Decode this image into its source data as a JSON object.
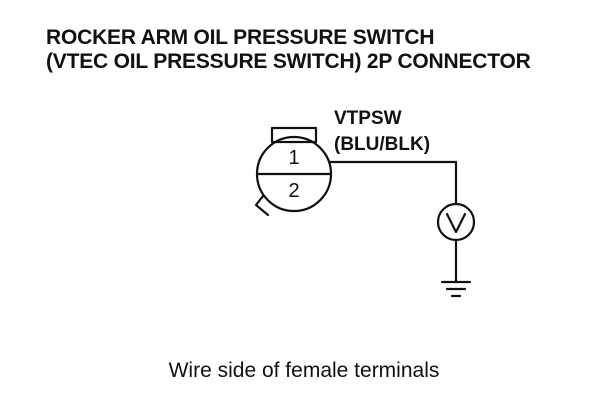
{
  "title": {
    "line1": "ROCKER ARM OIL PRESSURE SWITCH",
    "line2": "(VTEC OIL PRESSURE SWITCH) 2P CONNECTOR"
  },
  "connector": {
    "pins": [
      "1",
      "2"
    ],
    "wire_name": "VTPSW",
    "wire_color": "(BLU/BLK)"
  },
  "meter": {
    "symbol": "V"
  },
  "caption": "Wire side of female terminals",
  "colors": {
    "ink": "#111111",
    "background": "#ffffff"
  },
  "icons": {
    "connector": "connector-2p-icon",
    "voltmeter": "voltmeter-icon",
    "ground": "ground-icon"
  }
}
